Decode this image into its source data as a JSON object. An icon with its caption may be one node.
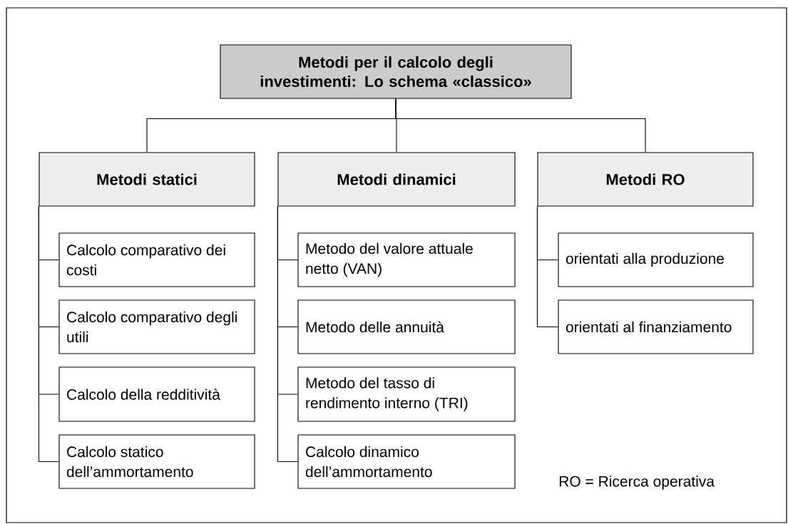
{
  "diagram": {
    "nodes": [
      {
        "text": [
          "Metodi per il calcolo degli investimenti: Lo schema «classico»"
        ]
      },
      {
        "text": [
          "Metodi statici"
        ]
      },
      {
        "text": [
          "Metodi dinamici"
        ]
      },
      {
        "text": [
          "Metodi RO"
        ]
      },
      {
        "text": [
          "Calcolo comparativo dei costi"
        ]
      },
      {
        "text": [
          "Calcolo comparativo degli utili"
        ]
      },
      {
        "text": [
          "Calcolo della redditività"
        ]
      },
      {
        "text": [
          "Calcolo statico dell’ammortamento"
        ]
      },
      {
        "text": [
          "Metodo del valore attuale netto (VAN)"
        ]
      },
      {
        "text": [
          "Metodo delle annuità"
        ]
      },
      {
        "text": [
          "Metodo del tasso di rendimento interno (TRI)"
        ]
      },
      {
        "text": [
          "Calcolo dinamico dell’ammortamento"
        ]
      },
      {
        "text": [
          "orientati alla produzione"
        ]
      },
      {
        "text": [
          "orientati al finanziamento"
        ]
      }
    ],
    "edges": [
      {
        "from": 0,
        "to": 1,
        "arrow": "none"
      },
      {
        "from": 0,
        "to": 2,
        "arrow": "none"
      },
      {
        "from": 0,
        "to": 3,
        "arrow": "none"
      },
      {
        "from": 1,
        "to": 4,
        "arrow": "none"
      },
      {
        "from": 1,
        "to": 5,
        "arrow": "none"
      },
      {
        "from": 1,
        "to": 6,
        "arrow": "none"
      },
      {
        "from": 1,
        "to": 7,
        "arrow": "none"
      },
      {
        "from": 2,
        "to": 8,
        "arrow": "none"
      },
      {
        "from": 2,
        "to": 9,
        "arrow": "none"
      },
      {
        "from": 2,
        "to": 10,
        "arrow": "none"
      },
      {
        "from": 2,
        "to": 11,
        "arrow": "none"
      },
      {
        "from": 3,
        "to": 12,
        "arrow": "none"
      },
      {
        "from": 3,
        "to": 13,
        "arrow": "none"
      }
    ],
    "labels": [
      "RO = Ricerca operativa"
    ]
  }
}
